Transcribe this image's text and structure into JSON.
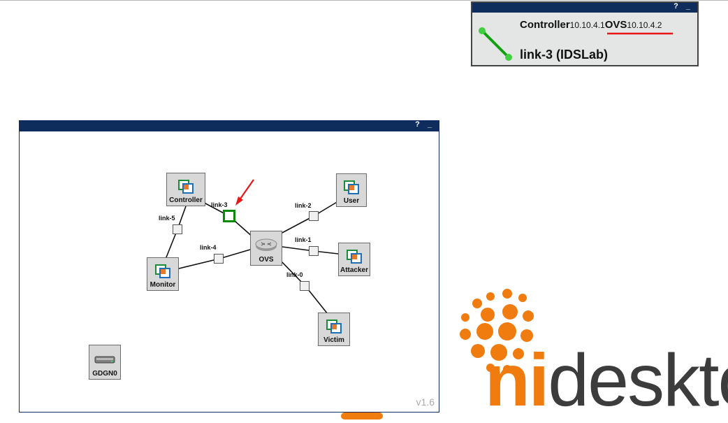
{
  "info_panel": {
    "help_label": "?",
    "minimize_label": "_",
    "src_name": "Controller",
    "src_ip": "10.10.4.1",
    "dst_name": "OVS",
    "dst_ip": "10.10.4.2",
    "link_title": "link-3 (IDSLab)"
  },
  "topology": {
    "help_label": "?",
    "minimize_label": "_",
    "version": "v1.6",
    "nodes": {
      "controller": "Controller",
      "user": "User",
      "ovs": "OVS",
      "attacker": "Attacker",
      "monitor": "Monitor",
      "victim": "Victim",
      "gdgn0": "GDGN0"
    },
    "links": {
      "link0": "link-0",
      "link1": "link-1",
      "link2": "link-2",
      "link3": "link-3",
      "link4": "link-4",
      "link5": "link-5"
    },
    "selected_link": "link-3"
  },
  "brand": {
    "text_prefix": "",
    "text_accent": "ni",
    "text_rest": "deskto"
  },
  "colors": {
    "titlebar": "#0f2d5c",
    "selected_link": "#0a8a0a",
    "annotation_red": "#e81616",
    "brand_orange": "#f07c10"
  }
}
